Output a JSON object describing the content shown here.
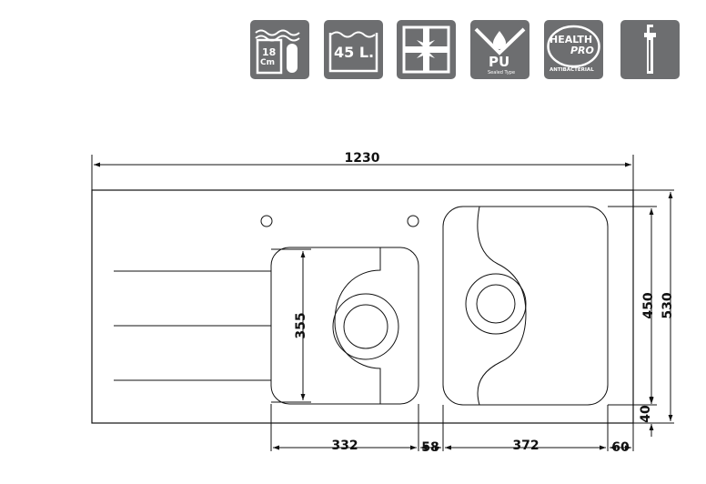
{
  "badges": [
    {
      "name": "sink-depth-icon",
      "line1": "18",
      "line2": "Cm"
    },
    {
      "name": "bowl-volume-icon",
      "text": "45 L."
    },
    {
      "name": "reversible-gift-icon"
    },
    {
      "name": "pu-sealed-icon",
      "text": "PU",
      "subtext": "Sealed Type"
    },
    {
      "name": "health-pro-icon",
      "line1": "HEALTH",
      "line2": "PRO",
      "line3": "ANTIBACTERIAL"
    },
    {
      "name": "soap-dispenser-icon"
    }
  ],
  "dimensions": {
    "total_width": "1230",
    "bowl1_height": "355",
    "bowl2_height": "450",
    "total_depth": "530",
    "back_edge": "40",
    "bowl1_width": "332",
    "divider": "58",
    "bowl2_width": "372",
    "side_edge": "60"
  },
  "colors": {
    "badge": "#6d6e70",
    "line": "#111111"
  }
}
